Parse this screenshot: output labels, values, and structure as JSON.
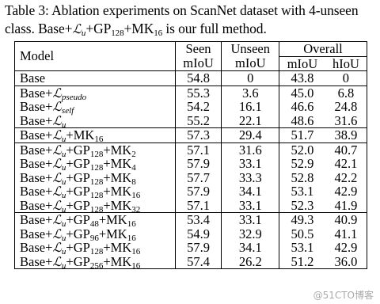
{
  "caption": {
    "prefix": "Table 3: Ablation experiments on ScanNet dataset with 4-unseen class. Base+",
    "L": "ℒ",
    "L_sub": "u",
    "mid": "+GP",
    "gp_sub": "128",
    "mk": "+MK",
    "mk_sub": "16",
    "suffix": " is our full method."
  },
  "header": {
    "model": "Model",
    "seen_top": "Seen",
    "seen_bottom": "mIoU",
    "unseen_top": "Unseen",
    "unseen_bottom": "mIoU",
    "overall": "Overall",
    "overall_miou": "mIoU",
    "overall_hiou": "hIoU"
  },
  "rows": [
    {
      "parts": [
        {
          "t": "Base"
        }
      ],
      "seen": "54.8",
      "unseen": "0",
      "miou": "43.8",
      "hiou": "0",
      "group": "start"
    },
    {
      "parts": [
        {
          "t": "Base+"
        },
        {
          "L": "ℒ"
        },
        {
          "si": "pseudo"
        }
      ],
      "seen": "55.3",
      "unseen": "3.6",
      "miou": "45.0",
      "hiou": "6.8",
      "group": "start"
    },
    {
      "parts": [
        {
          "t": "Base+"
        },
        {
          "L": "ℒ"
        },
        {
          "si": "self"
        }
      ],
      "seen": "54.2",
      "unseen": "16.1",
      "miou": "46.6",
      "hiou": "24.8"
    },
    {
      "parts": [
        {
          "t": "Base+"
        },
        {
          "L": "ℒ"
        },
        {
          "si": "u"
        }
      ],
      "seen": "55.2",
      "unseen": "22.1",
      "miou": "48.6",
      "hiou": "31.6"
    },
    {
      "parts": [
        {
          "t": "Base+"
        },
        {
          "L": "ℒ"
        },
        {
          "si": "u"
        },
        {
          "t": "+MK"
        },
        {
          "s": "16"
        }
      ],
      "seen": "57.3",
      "unseen": "29.4",
      "miou": "51.7",
      "hiou": "38.9",
      "group": "start"
    },
    {
      "parts": [
        {
          "t": "Base+"
        },
        {
          "L": "ℒ"
        },
        {
          "si": "u"
        },
        {
          "t": "+GP"
        },
        {
          "s": "128"
        },
        {
          "t": "+MK"
        },
        {
          "s": "2"
        }
      ],
      "seen": "57.1",
      "unseen": "31.6",
      "miou": "52.0",
      "hiou": "40.7",
      "group": "start"
    },
    {
      "parts": [
        {
          "t": "Base+"
        },
        {
          "L": "ℒ"
        },
        {
          "si": "u"
        },
        {
          "t": "+GP"
        },
        {
          "s": "128"
        },
        {
          "t": "+MK"
        },
        {
          "s": "4"
        }
      ],
      "seen": "57.9",
      "unseen": "33.1",
      "miou": "52.9",
      "hiou": "42.1"
    },
    {
      "parts": [
        {
          "t": "Base+"
        },
        {
          "L": "ℒ"
        },
        {
          "si": "u"
        },
        {
          "t": "+GP"
        },
        {
          "s": "128"
        },
        {
          "t": "+MK"
        },
        {
          "s": "8"
        }
      ],
      "seen": "57.7",
      "unseen": "33.3",
      "miou": "52.8",
      "hiou": "42.2"
    },
    {
      "parts": [
        {
          "t": "Base+"
        },
        {
          "L": "ℒ"
        },
        {
          "si": "u"
        },
        {
          "t": "+GP"
        },
        {
          "s": "128"
        },
        {
          "t": "+MK"
        },
        {
          "s": "16"
        }
      ],
      "seen": "57.9",
      "unseen": "34.1",
      "miou": "53.1",
      "hiou": "42.9"
    },
    {
      "parts": [
        {
          "t": "Base+"
        },
        {
          "L": "ℒ"
        },
        {
          "si": "u"
        },
        {
          "t": "+GP"
        },
        {
          "s": "128"
        },
        {
          "t": "+MK"
        },
        {
          "s": "32"
        }
      ],
      "seen": "57.1",
      "unseen": "33.1",
      "miou": "52.3",
      "hiou": "41.9"
    },
    {
      "parts": [
        {
          "t": "Base+"
        },
        {
          "L": "ℒ"
        },
        {
          "si": "u"
        },
        {
          "t": "+GP"
        },
        {
          "s": "48"
        },
        {
          "t": "+MK"
        },
        {
          "s": "16"
        }
      ],
      "seen": "53.4",
      "unseen": "33.1",
      "miou": "49.3",
      "hiou": "40.9",
      "group": "start"
    },
    {
      "parts": [
        {
          "t": "Base+"
        },
        {
          "L": "ℒ"
        },
        {
          "si": "u"
        },
        {
          "t": "+GP"
        },
        {
          "s": "96"
        },
        {
          "t": "+MK"
        },
        {
          "s": "16"
        }
      ],
      "seen": "54.9",
      "unseen": "32.9",
      "miou": "50.5",
      "hiou": "41.1"
    },
    {
      "parts": [
        {
          "t": "Base+"
        },
        {
          "L": "ℒ"
        },
        {
          "si": "u"
        },
        {
          "t": "+GP"
        },
        {
          "s": "128"
        },
        {
          "t": "+MK"
        },
        {
          "s": "16"
        }
      ],
      "seen": "57.9",
      "unseen": "34.1",
      "miou": "53.1",
      "hiou": "42.9"
    },
    {
      "parts": [
        {
          "t": "Base+"
        },
        {
          "L": "ℒ"
        },
        {
          "si": "u"
        },
        {
          "t": "+GP"
        },
        {
          "s": "256"
        },
        {
          "t": "+MK"
        },
        {
          "s": "16"
        }
      ],
      "seen": "57.4",
      "unseen": "26.2",
      "miou": "51.2",
      "hiou": "36.0"
    }
  ],
  "watermark": "@51CTO博客"
}
